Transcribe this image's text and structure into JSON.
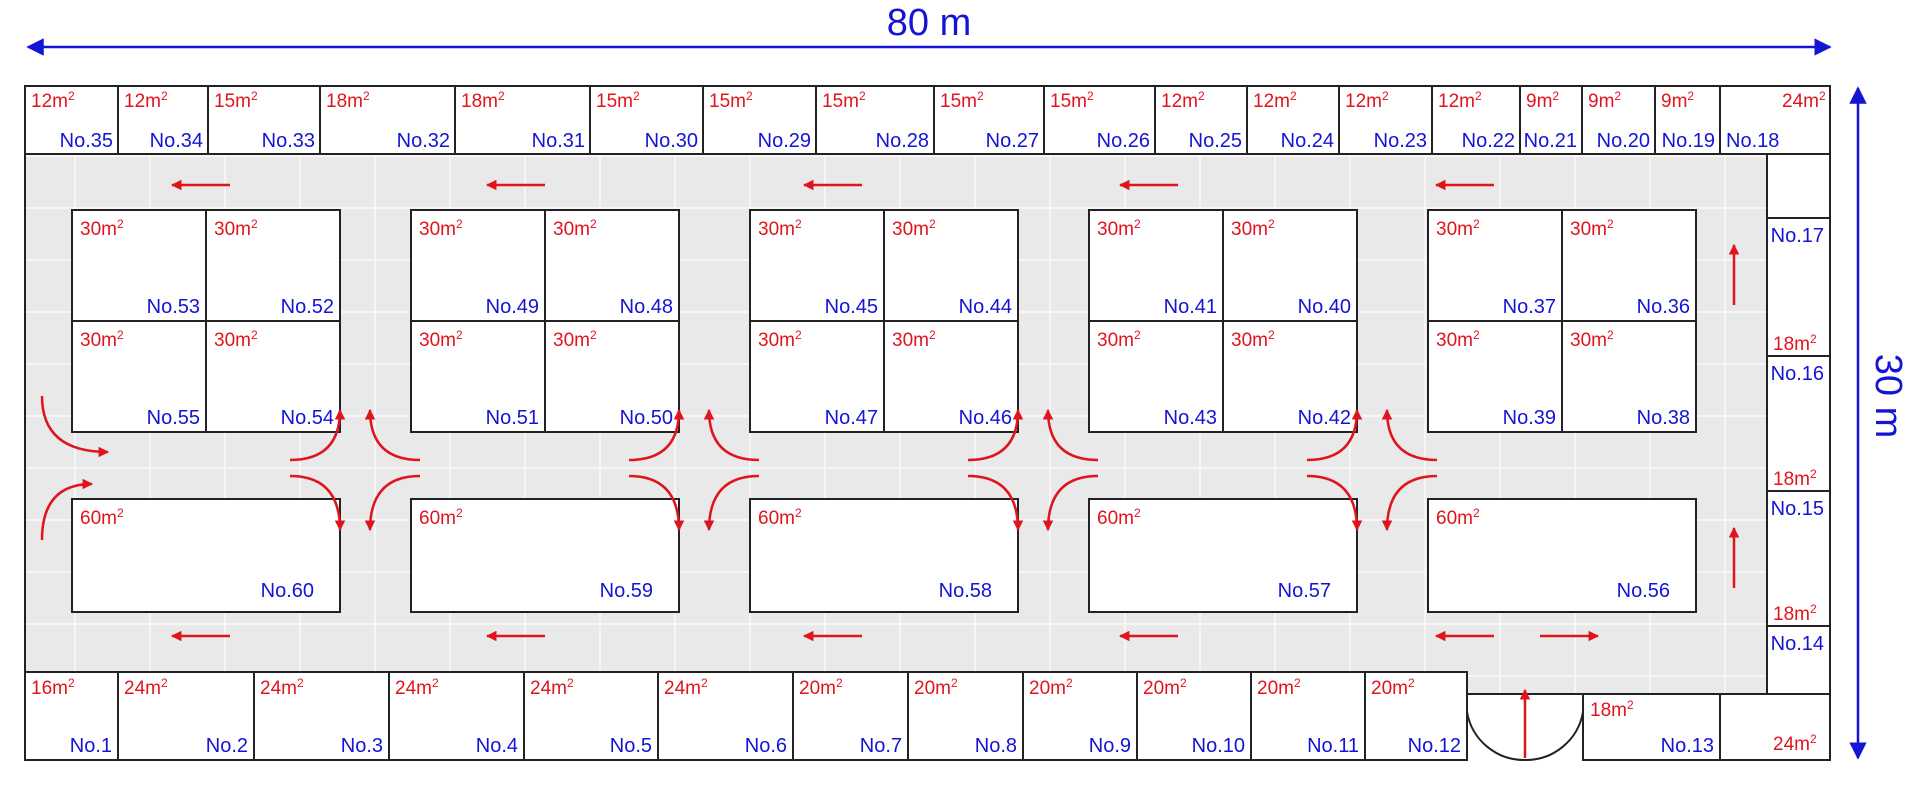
{
  "dimensions": {
    "width_label": "80 m",
    "height_label": "30 m"
  },
  "colors": {
    "area": "#e0141c",
    "number": "#1414d4",
    "arrow": "#e0141c",
    "dimension": "#1414d4",
    "floor": "#e6e6e6"
  },
  "top_row": [
    {
      "area": "12m",
      "no": "No.35"
    },
    {
      "area": "12m",
      "no": "No.34"
    },
    {
      "area": "15m",
      "no": "No.33"
    },
    {
      "area": "18m",
      "no": "No.32"
    },
    {
      "area": "18m",
      "no": "No.31"
    },
    {
      "area": "15m",
      "no": "No.30"
    },
    {
      "area": "15m",
      "no": "No.29"
    },
    {
      "area": "15m",
      "no": "No.28"
    },
    {
      "area": "15m",
      "no": "No.27"
    },
    {
      "area": "15m",
      "no": "No.26"
    },
    {
      "area": "12m",
      "no": "No.25"
    },
    {
      "area": "12m",
      "no": "No.24"
    },
    {
      "area": "12m",
      "no": "No.23"
    },
    {
      "area": "12m",
      "no": "No.22"
    },
    {
      "area": "9m",
      "no": "No.21"
    },
    {
      "area": "9m",
      "no": "No.20"
    },
    {
      "area": "9m",
      "no": "No.19"
    },
    {
      "area": "24m",
      "no": "No.18"
    }
  ],
  "right_column": [
    {
      "no": "No.17",
      "area": "18m"
    },
    {
      "no": "No.16",
      "area": "18m"
    },
    {
      "no": "No.15",
      "area": "18m"
    },
    {
      "no": "No.14",
      "area": "24m"
    }
  ],
  "bottom_row": [
    {
      "area": "16m",
      "no": "No.1"
    },
    {
      "area": "24m",
      "no": "No.2"
    },
    {
      "area": "24m",
      "no": "No.3"
    },
    {
      "area": "24m",
      "no": "No.4"
    },
    {
      "area": "24m",
      "no": "No.5"
    },
    {
      "area": "24m",
      "no": "No.6"
    },
    {
      "area": "20m",
      "no": "No.7"
    },
    {
      "area": "20m",
      "no": "No.8"
    },
    {
      "area": "20m",
      "no": "No.9"
    },
    {
      "area": "20m",
      "no": "No.10"
    },
    {
      "area": "20m",
      "no": "No.11"
    },
    {
      "area": "20m",
      "no": "No.12"
    },
    {
      "area": "18m",
      "no": "No.13"
    }
  ],
  "blocks": [
    {
      "cells": [
        {
          "area": "30m",
          "no": "No.53"
        },
        {
          "area": "30m",
          "no": "No.52"
        },
        {
          "area": "30m",
          "no": "No.55"
        },
        {
          "area": "30m",
          "no": "No.54"
        }
      ]
    },
    {
      "cells": [
        {
          "area": "30m",
          "no": "No.49"
        },
        {
          "area": "30m",
          "no": "No.48"
        },
        {
          "area": "30m",
          "no": "No.51"
        },
        {
          "area": "30m",
          "no": "No.50"
        }
      ]
    },
    {
      "cells": [
        {
          "area": "30m",
          "no": "No.45"
        },
        {
          "area": "30m",
          "no": "No.44"
        },
        {
          "area": "30m",
          "no": "No.47"
        },
        {
          "area": "30m",
          "no": "No.46"
        }
      ]
    },
    {
      "cells": [
        {
          "area": "30m",
          "no": "No.41"
        },
        {
          "area": "30m",
          "no": "No.40"
        },
        {
          "area": "30m",
          "no": "No.43"
        },
        {
          "area": "30m",
          "no": "No.42"
        }
      ]
    },
    {
      "cells": [
        {
          "area": "30m",
          "no": "No.37"
        },
        {
          "area": "30m",
          "no": "No.36"
        },
        {
          "area": "30m",
          "no": "No.39"
        },
        {
          "area": "30m",
          "no": "No.38"
        }
      ]
    }
  ],
  "large_units": [
    {
      "area": "60m",
      "no": "No.60"
    },
    {
      "area": "60m",
      "no": "No.59"
    },
    {
      "area": "60m",
      "no": "No.58"
    },
    {
      "area": "60m",
      "no": "No.57"
    },
    {
      "area": "60m",
      "no": "No.56"
    }
  ],
  "superscript": "2"
}
